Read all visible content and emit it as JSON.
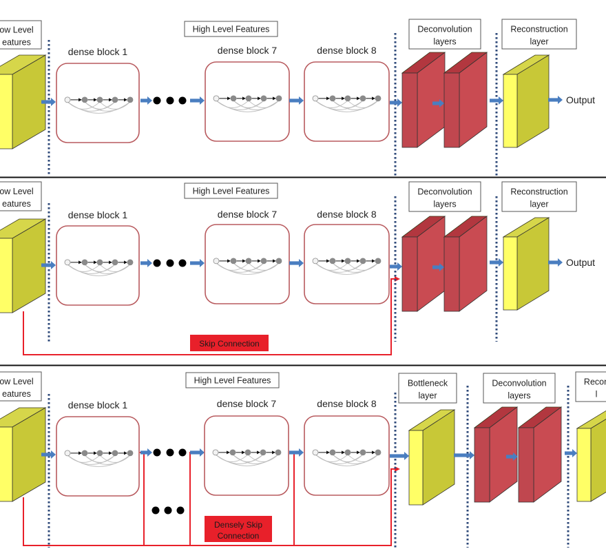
{
  "colors": {
    "yellow_front": "#FFFF66",
    "yellow_side": "#C8C837",
    "red_front": "#C0474F",
    "red_side": "#C94B52",
    "dense_border": "#B85A5E",
    "arrow_blue": "#4A7EC0",
    "skip_red": "#E8202A",
    "dotted": "#2F4A7A"
  },
  "panels": [
    {
      "low_level_label": [
        "ow Level",
        "eatures"
      ],
      "high_level_label": "High Level Features",
      "blocks": [
        "dense block 1",
        "dense block 7",
        "dense block 8"
      ],
      "deconv_label": [
        "Deconvolution",
        "layers"
      ],
      "recon_label": [
        "Reconstruction",
        "layer"
      ],
      "output_label": "Output"
    },
    {
      "low_level_label": [
        "ow Level",
        "eatures"
      ],
      "high_level_label": "High Level Features",
      "blocks": [
        "dense block 1",
        "dense block 7",
        "dense block 8"
      ],
      "deconv_label": [
        "Deconvolution",
        "layers"
      ],
      "recon_label": [
        "Reconstruction",
        "layer"
      ],
      "output_label": "Output",
      "skip_label": [
        "Skip Connection"
      ]
    },
    {
      "low_level_label": [
        "ow Level",
        "eatures"
      ],
      "high_level_label": "High Level Features",
      "blocks": [
        "dense block 1",
        "dense block 7",
        "dense block 8"
      ],
      "bottleneck_label": [
        "Bottleneck",
        "layer"
      ],
      "deconv_label": [
        "Deconvolution",
        "layers"
      ],
      "recon_label": [
        "Recon",
        "l"
      ],
      "skip_label": [
        "Densely Skip",
        "Connection"
      ]
    }
  ]
}
